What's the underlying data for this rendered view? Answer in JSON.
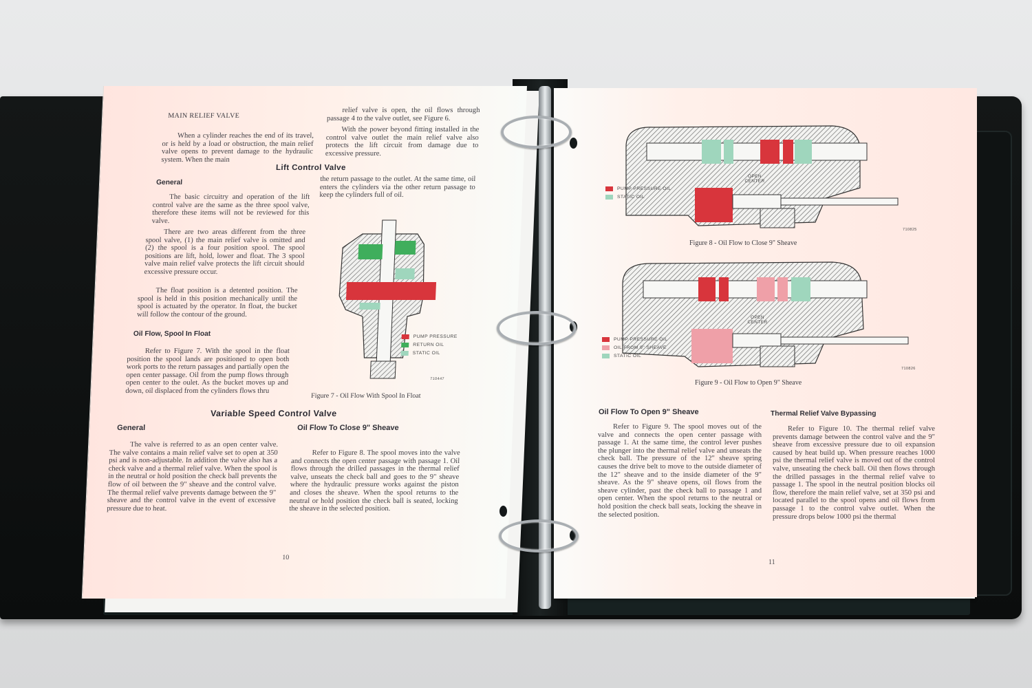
{
  "colors": {
    "pump_pressure": "#d8353c",
    "return_oil": "#3fae5c",
    "static_oil": "#9fd6bd",
    "oil_from_9_sheave": "#efa0a8"
  },
  "left": {
    "main_relief_title": "MAIN RELIEF VALVE",
    "main_relief_p1": "When a cylinder reaches the end of its travel, or is held by a load or obstruction, the main relief valve opens to prevent damage to the hydraulic system. When the main",
    "main_relief_p2": "relief valve is open, the oil flows through passage 4 to the valve outlet, see Figure 6.",
    "main_relief_p3": "With the power beyond fitting installed in the control valve outlet the main relief valve also protects the lift circuit from damage due to excessive pressure.",
    "lift_title": "Lift Control Valve",
    "general": "General",
    "lift_p1": "The basic circuitry and operation of the lift control valve are the same as the three spool valve, therefore these items will not be reviewed for this valve.",
    "lift_p2": "There are two areas different from the three spool valve, (1) the main relief valve is omitted and (2) the spool is a four position spool. The spool positions are lift, hold, lower and float. The 3 spool valve main relief valve protects the lift circuit should excessive pressure occur.",
    "lift_p3": "The float position is a detented position. The spool is held in this position mechanically until the spool is actuated by the operator. In float, the bucket will follow the contour of the ground.",
    "float_title": "Oil Flow, Spool In Float",
    "float_p1": "Refer to Figure 7. With the spool in the float position the spool lands are positioned to open both work ports to the return passages and partially open the open center passage. Oil from the pump flows through open center to the oulet. As the bucket moves up and down, oil displaced from the cylinders flows thru",
    "float_p2": "the return passage to the outlet. At the same time, oil enters the cylinders via the other return passage to keep the cylinders full of oil.",
    "fig7_legend": [
      "PUMP PRESSURE",
      "RETURN OIL",
      "STATIC OIL"
    ],
    "fig7_code": "710447",
    "fig7_caption": "Figure 7 - Oil Flow With Spool In Float",
    "vs_title": "Variable Speed Control Valve",
    "general2": "General",
    "vs_p1": "The valve is referred to as an open center valve. The valve contains a main relief valve set to open at 350 psi and is non-adjustable. In addition the valve also has a check valve and a thermal relief valve. When the spool is in the neutral or hold position the check ball prevents the flow of oil between the 9\" sheave and the control valve. The thermal relief valve prevents damage between the 9\" sheave and the control valve in the event of excessive pressure due to heat.",
    "close_title": "Oil Flow To Close 9\" Sheave",
    "close_p1": "Refer to Figure 8. The spool moves into the valve and connects the open center passage with passage 1. Oil flows through the drilled passages in the thermal relief valve, unseats the check ball and goes to the 9\" sheave where the hydraulic pressure works against the piston and closes the sheave. When the spool returns to the neutral or hold position the check ball is seated, locking the sheave in the selected position.",
    "page_number": "10"
  },
  "right": {
    "fig8_legend": [
      "PUMP PRESSURE OIL",
      "STATIC OIL"
    ],
    "fig8_label": "OPEN CENTER",
    "fig8_code": "710825",
    "fig8_caption": "Figure 8 - Oil Flow to Close 9\" Sheave",
    "fig9_legend": [
      "PUMP PRESSURE OIL",
      "OIL FROM 9\" SHEAVE",
      "STATIC OIL"
    ],
    "fig9_label": "OPEN CENTER",
    "fig9_code": "710826",
    "fig9_caption": "Figure 9 - Oil Flow to Open 9\" Sheave",
    "open_title": "Oil Flow To Open 9\" Sheave",
    "open_p1": "Refer to Figure 9. The spool moves out of the valve and connects the open center passage with passage 1. At the same time, the control lever pushes the plunger into the thermal relief valve and unseats the check ball. The pressure of the 12\" sheave spring causes the drive belt to move to the outside diameter of the 12\" sheave and to the inside diameter of the 9\" sheave. As the 9\" sheave opens, oil flows from the sheave cylinder, past the check ball to passage 1 and open center. When the spool returns to the neutral or hold position the check ball seats, locking the sheave in the selected position.",
    "thermal_title": "Thermal Relief Valve Bypassing",
    "thermal_p1": "Refer to Figure 10. The thermal relief valve prevents damage between the control valve and the 9\" sheave from excessive pressure due to oil expansion caused by heat build up. When pressure reaches 1000 psi the thermal relief valve is moved out of the control valve, unseating the check ball. Oil then flows through the drilled passages in the thermal relief valve to passage 1. The spool in the neutral position blocks oil flow, therefore the main relief valve, set at 350 psi and located parallel to the spool opens and oil flows from passage 1 to the control valve outlet. When the pressure drops below 1000 psi the thermal",
    "page_number": "11"
  }
}
